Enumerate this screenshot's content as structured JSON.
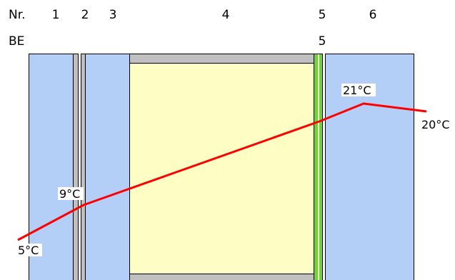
{
  "header": {
    "row1_label": "Nr.",
    "row2_label": "BE",
    "layer_numbers": [
      "1",
      "2",
      "3",
      "4",
      "5",
      "6"
    ],
    "be_numbers": [
      "5"
    ]
  },
  "colors": {
    "air_layer": "#b3cff7",
    "board": "#c0c0c0",
    "insulation": "#fdfdc4",
    "green_layer": "#6ed23c",
    "temperature_line": "#ff0000",
    "outline": "#000000",
    "label_background": "#ffffff"
  },
  "temperature_profile": {
    "labels": [
      "5°C",
      "9°C",
      "21°C",
      "20°C"
    ]
  }
}
